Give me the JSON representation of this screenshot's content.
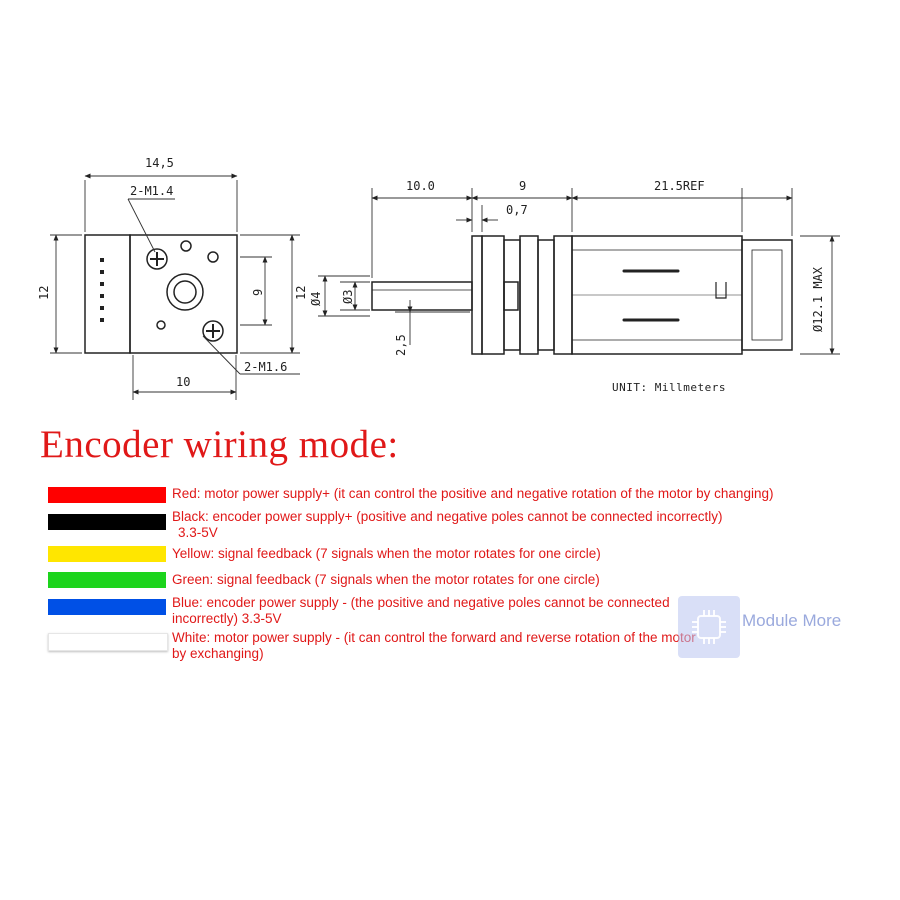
{
  "dimensions": {
    "front_width": "14,5",
    "front_height_left": "12",
    "front_height_right": "12",
    "screw_top": "2-M1.4",
    "screw_bottom": "2-M1.6",
    "hole_spacing_v": "9",
    "hole_spacing_h": "10",
    "shaft_length": "10.0",
    "gearbox_length": "9",
    "flange_thickness": "0,7",
    "motor_length": "21.5REF",
    "diameter_outer": "Ø4",
    "diameter_shaft": "Ø3",
    "flat_depth": "2,5",
    "motor_max_diameter": "Ø12.1 MAX",
    "unit_note": "UNIT: Millmeters"
  },
  "wiring": {
    "title": "Encoder wiring mode:",
    "rows": [
      {
        "color": "#ff0000",
        "line1": "Red: motor power supply+ (it can control the positive and negative rotation of the motor by changing)",
        "line2": ""
      },
      {
        "color": "#000000",
        "line1": "Black: encoder power supply+ (positive and negative poles cannot be connected incorrectly)",
        "line2": "3.3-5V"
      },
      {
        "color": "#ffe600",
        "line1": "Yellow: signal feedback (7 signals when the motor rotates for one circle)",
        "line2": ""
      },
      {
        "color": "#1cd41c",
        "line1": "Green: signal feedback (7 signals when the motor rotates for one circle)",
        "line2": ""
      },
      {
        "color": "#0050e6",
        "line1": "Blue: encoder power supply - (the positive and negative poles cannot be connected",
        "line2": "incorrectly) 3.3-5V"
      },
      {
        "color": "#ffffff",
        "line1": "White: motor power supply - (it can control the forward and reverse rotation of the motor",
        "line2": "by exchanging)"
      }
    ]
  },
  "watermark": {
    "label": "Module More"
  }
}
